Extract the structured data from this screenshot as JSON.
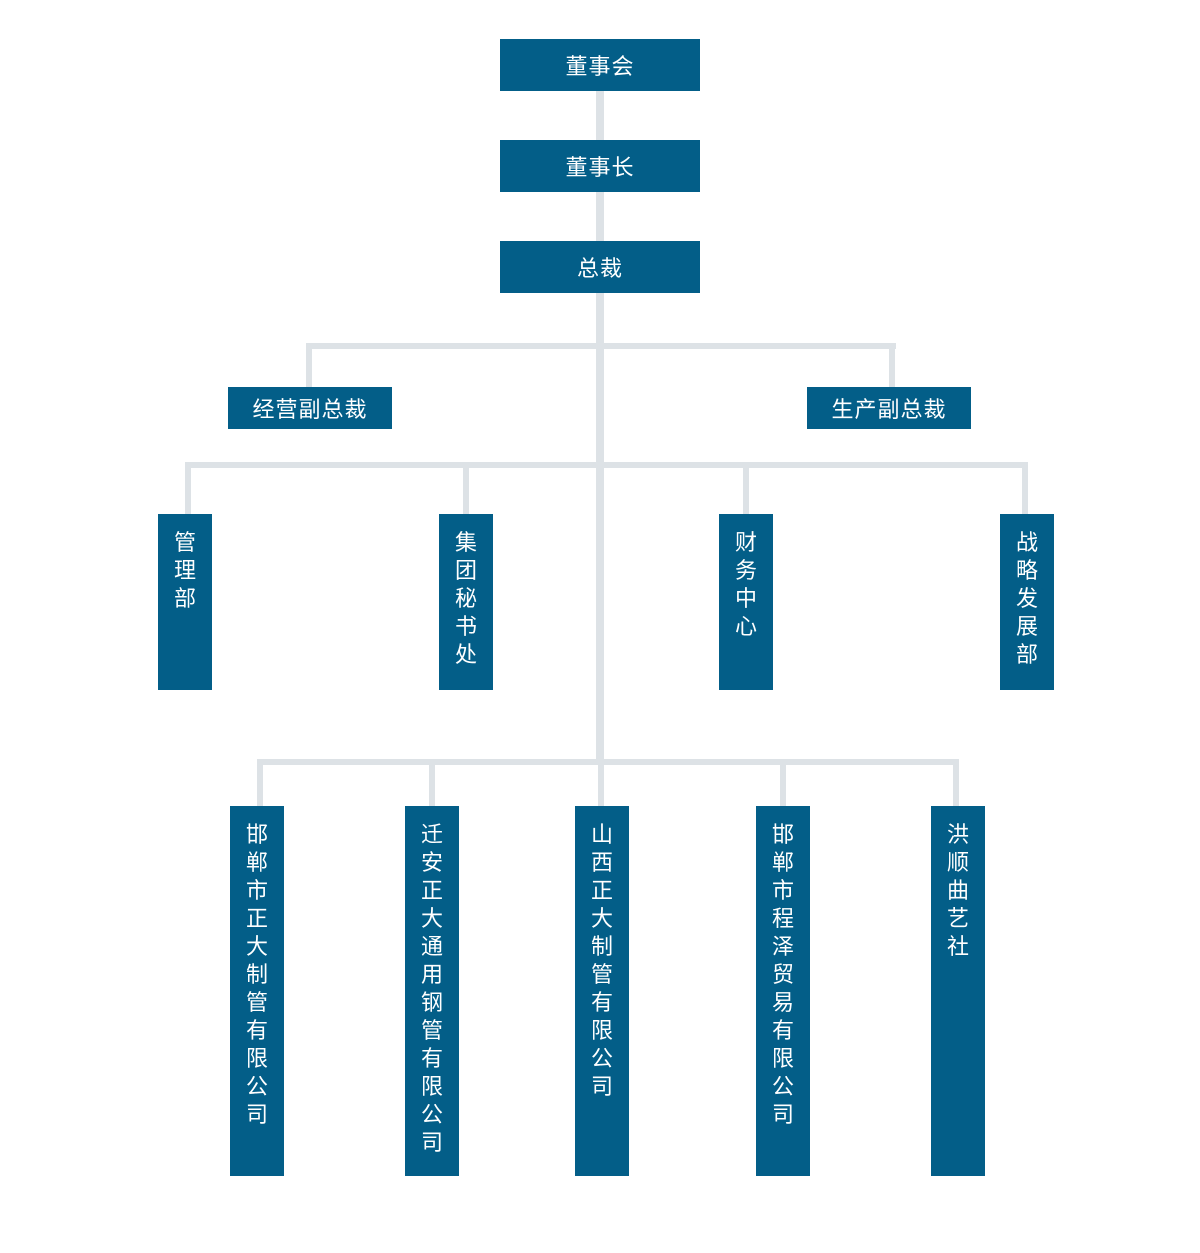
{
  "colors": {
    "box_fill": "#035e88",
    "box_text": "#ffffff",
    "connector": "#dde2e6",
    "background": "#ffffff"
  },
  "chart": {
    "board": "董事会",
    "chairman": "董事长",
    "president": "总裁",
    "vice_presidents": [
      "经营副总裁",
      "生产副总裁"
    ],
    "departments": [
      "管理部",
      "集团秘书处",
      "财务中心",
      "战略发展部"
    ],
    "companies": [
      "邯郸市正大制管有限公司",
      "迁安正大通用钢管有限公司",
      "山西正大制管有限公司",
      "邯郸市程泽贸易有限公司",
      "洪顺曲艺社"
    ]
  }
}
